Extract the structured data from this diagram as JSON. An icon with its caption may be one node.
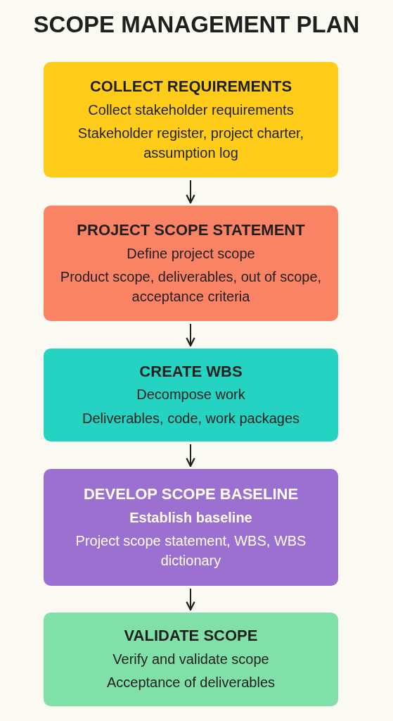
{
  "diagram": {
    "title": "SCOPE MANAGEMENT PLAN",
    "nodes": [
      {
        "text": [
          "COLLECT REQUIREMENTS",
          "Collect stakeholder requirements",
          "Stakeholder register, project charter, assumption log"
        ]
      },
      {
        "text": [
          "PROJECT SCOPE STATEMENT",
          "Define project scope",
          "Product scope, deliverables, out of scope, acceptance criteria"
        ]
      },
      {
        "text": [
          "CREATE WBS",
          "Decompose work",
          "Deliverables, code, work packages"
        ]
      },
      {
        "text": [
          "DEVELOP SCOPE BASELINE",
          "Establish baseline",
          "Project scope statement, WBS, WBS dictionary"
        ]
      },
      {
        "text": [
          "VALIDATE SCOPE",
          "Verify and validate scope",
          "Acceptance of deliverables"
        ]
      }
    ],
    "edges": [
      {
        "from": 0,
        "to": 1,
        "arrow": "to"
      },
      {
        "from": 1,
        "to": 2,
        "arrow": "to"
      },
      {
        "from": 2,
        "to": 3,
        "arrow": "to"
      },
      {
        "from": 3,
        "to": 4,
        "arrow": "to"
      }
    ]
  }
}
